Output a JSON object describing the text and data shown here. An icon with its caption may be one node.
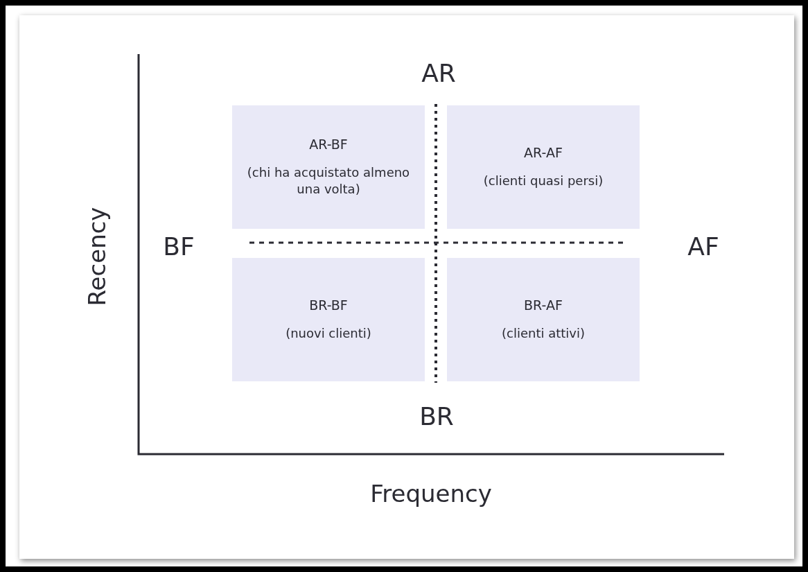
{
  "diagram": {
    "nodes": [
      {
        "text": [
          "AR-BF",
          "(chi ha acquistato almeno una volta)"
        ]
      },
      {
        "text": [
          "AR-AF",
          "(clienti quasi persi)"
        ]
      },
      {
        "text": [
          "BR-BF",
          "(nuovi clienti)"
        ]
      },
      {
        "text": [
          "BR-AF",
          "(clienti attivi)"
        ]
      }
    ],
    "labels": [
      "AR",
      "BF",
      "AF",
      "BR",
      "Recency",
      "Frequency"
    ]
  }
}
